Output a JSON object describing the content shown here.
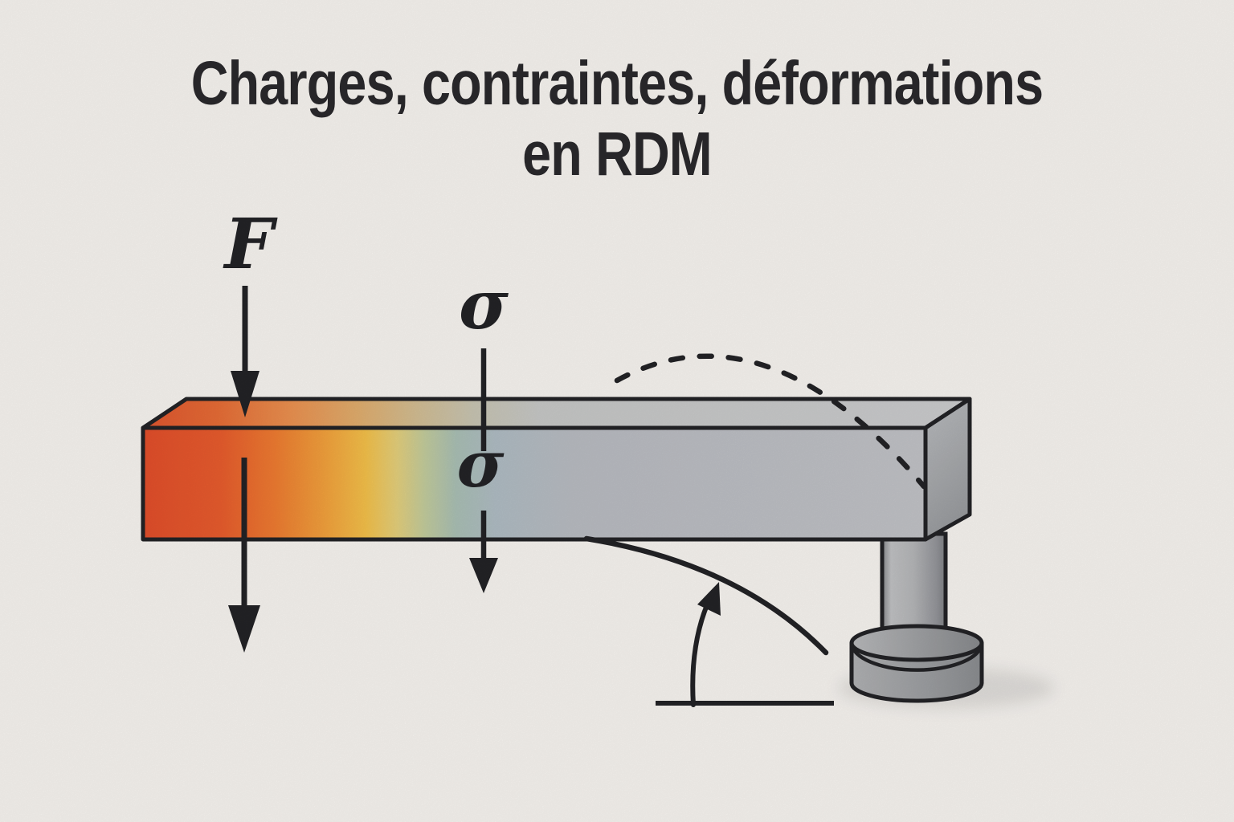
{
  "title": {
    "line1": "Charges, contraintes, déformations",
    "line2": "en RDM"
  },
  "labels": {
    "force": "F",
    "stress_top": "σ",
    "stress_inner": "σ"
  },
  "colors": {
    "background": "#f7f4f0",
    "ink": "#232326",
    "title_ink": "#2a292c",
    "beam_front": [
      "#e24e2b",
      "#e75c2d",
      "#ee7c31",
      "#f2a53e",
      "#f3c04a",
      "#e3cf7c",
      "#c2cb9c",
      "#a9bfb4",
      "#afbcc3",
      "#b8bbc1",
      "#c1c2c6"
    ],
    "beam_top": [
      "#e0552e",
      "#e66c36",
      "#ea9150",
      "#e0ad6d",
      "#d2bd92",
      "#c7c4b2",
      "#c6c7c6",
      "#cacbcd"
    ],
    "beam_end_light": "#babcbf",
    "beam_end_dark": "#999b9e",
    "column_light": "#c0c1c3",
    "column_dark": "#7f8184",
    "base_top_light": "#b8b9bb",
    "base_top_dark": "#87898c",
    "base_side_light": "#b0b1b3",
    "base_side_dark": "#8a8c8f"
  }
}
